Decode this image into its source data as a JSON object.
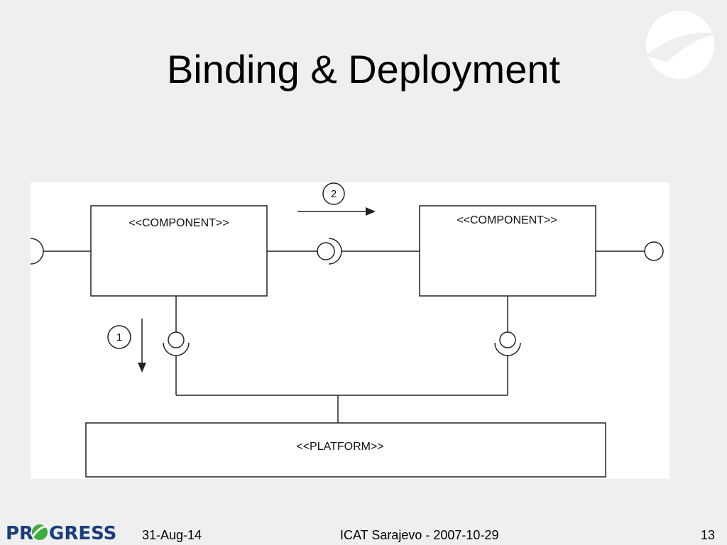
{
  "slide": {
    "title": "Binding & Deployment"
  },
  "diagram": {
    "component_left_label": "<<COMPONENT>>",
    "component_right_label": "<<COMPONENT>>",
    "platform_label": "<<PLATFORM>>",
    "step_binding": "2",
    "step_deployment": "1"
  },
  "footer": {
    "logo_text": "PROGRESS",
    "date": "31-Aug-14",
    "event": "ICAT Sarajevo - 2007-10-29",
    "page_number": "13"
  },
  "colors": {
    "background": "#efefef",
    "panel": "#ffffff",
    "logo_blue": "#1a3d7c",
    "logo_green": "#3cae3c"
  }
}
